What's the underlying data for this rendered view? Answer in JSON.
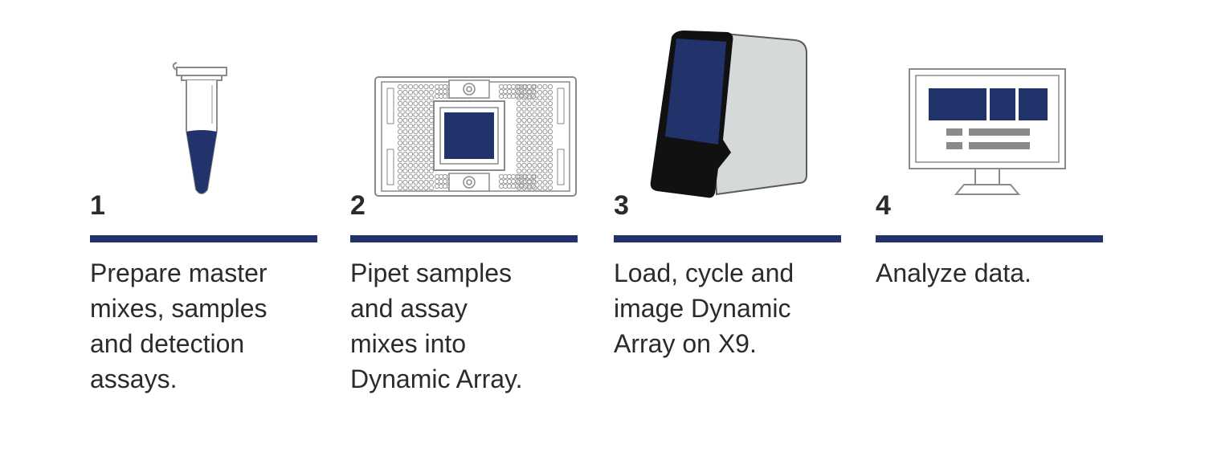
{
  "colors": {
    "accent": "#22336b",
    "outline": "#8a8a8a",
    "device_gray": "#d6d9d9",
    "black": "#111111"
  },
  "steps": [
    {
      "number": "1",
      "line1": "Prepare master",
      "line2": "mixes, samples",
      "line3": "and detection",
      "line4": "assays.",
      "icon": "microtube-icon"
    },
    {
      "number": "2",
      "line1": "Pipet samples",
      "line2": "and assay",
      "line3": "mixes into",
      "line4": "Dynamic Array.",
      "icon": "dynamic-array-chip-icon"
    },
    {
      "number": "3",
      "line1": "Load, cycle and",
      "line2": "image Dynamic",
      "line3": "Array on X9.",
      "line4": "",
      "icon": "x9-instrument-icon"
    },
    {
      "number": "4",
      "line1": "Analyze data.",
      "line2": "",
      "line3": "",
      "line4": "",
      "icon": "monitor-icon"
    }
  ]
}
